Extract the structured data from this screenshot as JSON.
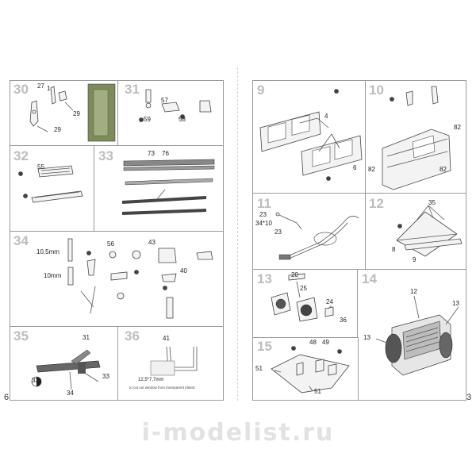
{
  "left_page": {
    "page_number": "6",
    "steps": {
      "s30": {
        "number": "30",
        "labels": [
          "27",
          "1",
          "29",
          "29"
        ]
      },
      "s31": {
        "number": "31",
        "labels": [
          "57",
          "59",
          "58"
        ]
      },
      "s32": {
        "number": "32",
        "labels": [
          "55"
        ]
      },
      "s33": {
        "number": "33",
        "labels": [
          "73",
          "76"
        ]
      },
      "s34": {
        "number": "34",
        "labels": [
          "10,5mm",
          "10mm",
          "56",
          "43",
          "40"
        ]
      },
      "s35": {
        "number": "35",
        "labels": [
          "31",
          "33",
          "32",
          "34"
        ]
      },
      "s36": {
        "number": "36",
        "labels": [
          "41",
          "12,5*7,7mm",
          "to cut out window from transparent plastic"
        ]
      }
    }
  },
  "right_page": {
    "page_number": "3",
    "steps": {
      "s9": {
        "number": "9",
        "labels": [
          "4",
          "6"
        ]
      },
      "s10": {
        "number": "10",
        "labels": [
          "82",
          "82",
          "82"
        ]
      },
      "s11": {
        "number": "11",
        "labels": [
          "23",
          "34*10",
          "23"
        ]
      },
      "s12": {
        "number": "12",
        "labels": [
          "35",
          "8",
          "9"
        ]
      },
      "s13": {
        "number": "13",
        "labels": [
          "20",
          "25",
          "24",
          "36"
        ]
      },
      "s14": {
        "number": "14",
        "labels": [
          "12",
          "13",
          "13"
        ]
      },
      "s15": {
        "number": "15",
        "labels": [
          "48",
          "49",
          "51",
          "51"
        ]
      }
    }
  },
  "watermark": "i-modelist.ru"
}
